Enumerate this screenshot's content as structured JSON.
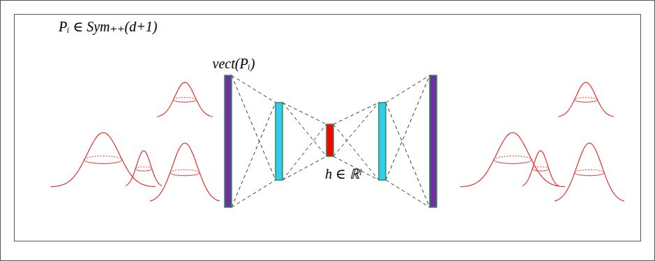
{
  "diagram": {
    "labels": [
      "Pᵢ ∈ Sym₊₊(d+1)",
      "vect(Pᵢ)",
      "h ∈ ℝˡ"
    ]
  }
}
